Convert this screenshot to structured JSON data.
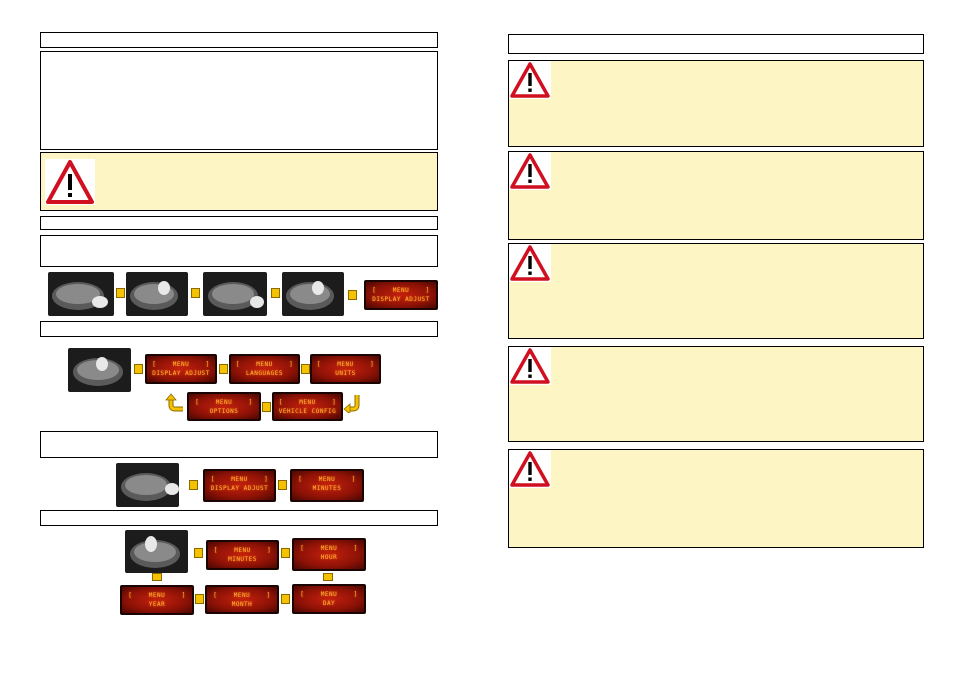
{
  "colors": {
    "warning_bg": "#fdf5c3",
    "lcd_bg": "#b01a0a",
    "lcd_text": "#ffb13a",
    "arrow": "#f5c200",
    "warning_red": "#d01020"
  },
  "icons": {
    "warning": "warning-triangle-icon",
    "arrow": "arrow-right-icon",
    "control_stalk": "control-stalk-image"
  },
  "sequence1": {
    "screen": {
      "line1": "[    MENU    ]",
      "line2": "DISPLAY ADJUST"
    }
  },
  "menu": {
    "start": {
      "line1": "[    MENU    ]",
      "line2": "DISPLAY ADJUST"
    },
    "languages": {
      "line1": "[    MENU    ]",
      "line2": "LANGUAGES"
    },
    "units": {
      "line1": "[    MENU    ]",
      "line2": "UNITS"
    },
    "vehicle_config": {
      "line1": "[    MENU    ]",
      "line2": "VEHICLE CONFIG"
    },
    "options": {
      "line1": "[    MENU    ]",
      "line2": "OPTIONS"
    }
  },
  "sequence3": {
    "screen1": {
      "line1": "[    MENU    ]",
      "line2": "DISPLAY ADJUST"
    },
    "screen2": {
      "line1": "[    MENU    ]",
      "line2": "MINUTES"
    }
  },
  "date_time": {
    "minutes": {
      "line1": "[    MENU    ]",
      "line2": "MINUTES"
    },
    "hour": {
      "line1": "[    MENU    ]",
      "line2": "HOUR"
    },
    "day": {
      "line1": "[    MENU    ]",
      "line2": "DAY"
    },
    "month": {
      "line1": "[    MENU    ]",
      "line2": "MONTH"
    },
    "year": {
      "line1": "[    MENU    ]",
      "line2": "YEAR"
    }
  }
}
